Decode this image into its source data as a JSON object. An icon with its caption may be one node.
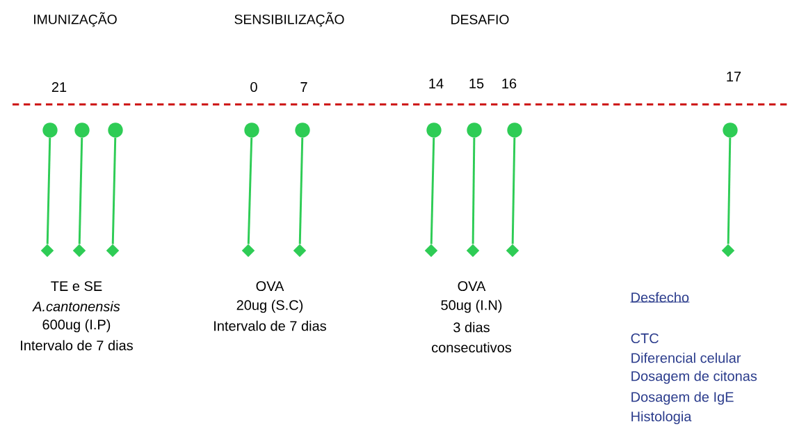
{
  "diagram": {
    "nodes": [
      {
        "text": [],
        "shape": "circle"
      },
      {
        "text": [],
        "shape": "circle"
      },
      {
        "text": [],
        "shape": "circle"
      },
      {
        "text": [],
        "shape": "circle"
      },
      {
        "text": [],
        "shape": "circle"
      },
      {
        "text": [],
        "shape": "circle"
      },
      {
        "text": [],
        "shape": "circle"
      },
      {
        "text": [],
        "shape": "circle"
      },
      {
        "text": [],
        "shape": "circle"
      },
      {
        "text": [],
        "shape": "diamond"
      },
      {
        "text": [],
        "shape": "diamond"
      },
      {
        "text": [],
        "shape": "diamond"
      },
      {
        "text": [],
        "shape": "diamond"
      },
      {
        "text": [],
        "shape": "diamond"
      },
      {
        "text": [],
        "shape": "diamond"
      },
      {
        "text": [],
        "shape": "diamond"
      },
      {
        "text": [],
        "shape": "diamond"
      },
      {
        "text": [],
        "shape": "diamond"
      }
    ],
    "edges": [
      {
        "from": 0,
        "to": 9,
        "arrow": "none"
      },
      {
        "from": 1,
        "to": 10,
        "arrow": "none"
      },
      {
        "from": 2,
        "to": 11,
        "arrow": "none"
      },
      {
        "from": 3,
        "to": 12,
        "arrow": "none"
      },
      {
        "from": 4,
        "to": 13,
        "arrow": "none"
      },
      {
        "from": 5,
        "to": 14,
        "arrow": "none"
      },
      {
        "from": 6,
        "to": 15,
        "arrow": "none"
      },
      {
        "from": 7,
        "to": 16,
        "arrow": "none"
      },
      {
        "from": 8,
        "to": 17,
        "arrow": "none"
      }
    ],
    "labels": [
      "IMUNIZAÇÃO",
      "SENSIBILIZAÇÃO",
      "DESAFIO",
      "21",
      "0",
      "7",
      "14",
      "15",
      "16",
      "17",
      "TE e SE",
      "*A.cantonensis*",
      "600ug (I.P)",
      "Intervalo de 7 dias",
      "OVA",
      "20ug (S.C)",
      "Intervalo de 7 dias",
      "OVA",
      "50ug (I.N)",
      "3 dias",
      "consecutivos",
      "Desfecho",
      "CTC",
      "Diferencial celular",
      "Dosagem de citonas",
      "Dosagem de IgE",
      "Histologia"
    ]
  }
}
